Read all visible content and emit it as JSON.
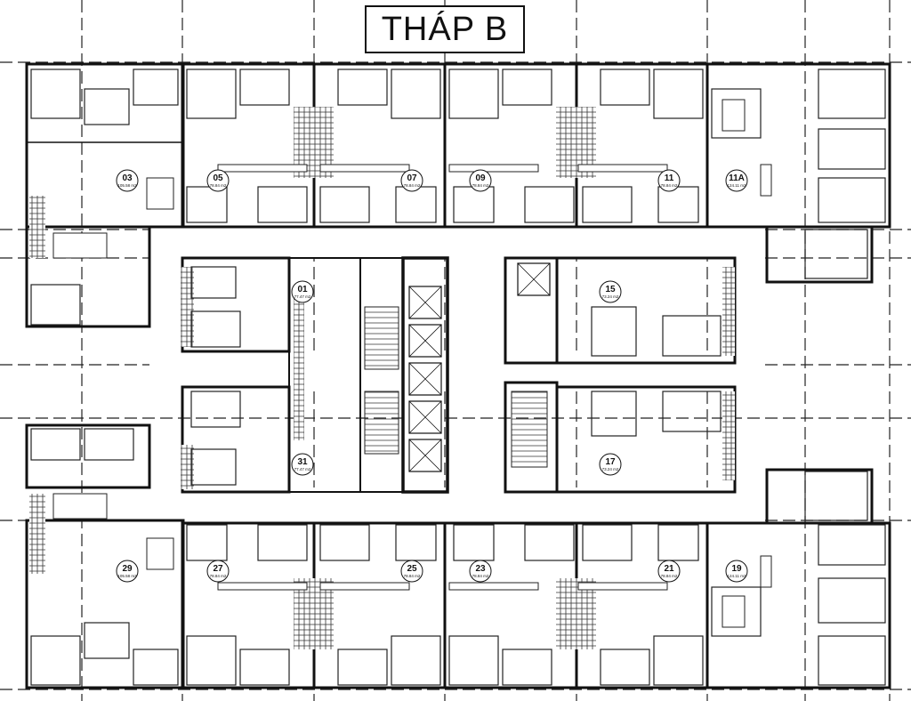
{
  "title": "THÁP B",
  "units": [
    {
      "id": "u03",
      "num": "03",
      "area": "105.58 m2"
    },
    {
      "id": "u05",
      "num": "05",
      "area": "78.84 m2"
    },
    {
      "id": "u07",
      "num": "07",
      "area": "78.84 m2"
    },
    {
      "id": "u09",
      "num": "09",
      "area": "78.84 m2"
    },
    {
      "id": "u11",
      "num": "11",
      "area": "78.84 m2"
    },
    {
      "id": "u11a",
      "num": "11A",
      "area": "124.11 m2"
    },
    {
      "id": "u01",
      "num": "01",
      "area": "77.47 m2"
    },
    {
      "id": "u15",
      "num": "15",
      "area": "73.24 m2"
    },
    {
      "id": "u31",
      "num": "31",
      "area": "77.47 m2"
    },
    {
      "id": "u17",
      "num": "17",
      "area": "73.24 m2"
    },
    {
      "id": "u29",
      "num": "29",
      "area": "105.58 m2"
    },
    {
      "id": "u27",
      "num": "27",
      "area": "78.84 m2"
    },
    {
      "id": "u25",
      "num": "25",
      "area": "78.84 m2"
    },
    {
      "id": "u23",
      "num": "23",
      "area": "78.84 m2"
    },
    {
      "id": "u21",
      "num": "21",
      "area": "78.84 m2"
    },
    {
      "id": "u19",
      "num": "19",
      "area": "124.11 m2"
    }
  ]
}
